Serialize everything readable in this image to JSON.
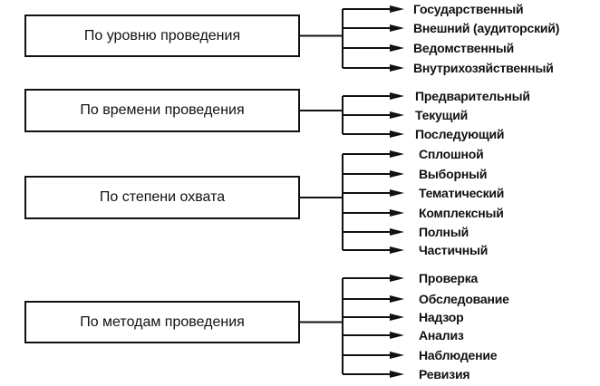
{
  "groups": [
    {
      "title": "По уровню проведения",
      "items": [
        "Государственный",
        "Внешний (аудиторский)",
        "Ведомственный",
        "Внутрихозяйственный"
      ]
    },
    {
      "title": "По времени проведения",
      "items": [
        "Предварительный",
        "Текущий",
        "Последующий"
      ]
    },
    {
      "title": "По степени охвата",
      "items": [
        "Сплошной",
        "Выборный",
        "Тематический",
        "Комплексный",
        "Полный",
        "Частичный"
      ]
    },
    {
      "title": "По методам проведения",
      "items": [
        "Проверка",
        "Обследование",
        "Надзор",
        "Анализ",
        "Наблюдение",
        "Ревизия"
      ]
    }
  ]
}
